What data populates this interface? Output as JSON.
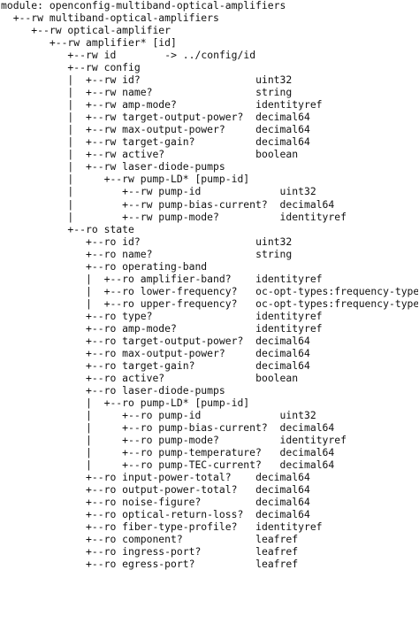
{
  "lines": [
    {
      "text": "module: openconfig-multiband-optical-amplifiers"
    },
    {
      "text": "  +--rw multiband-optical-amplifiers"
    },
    {
      "text": "     +--rw optical-amplifier"
    },
    {
      "text": "        +--rw amplifier* [id]"
    },
    {
      "text": "           +--rw id",
      "type": "-> ../config/id"
    },
    {
      "text": "           +--rw config"
    },
    {
      "text": "           |  +--rw id?",
      "type": "uint32"
    },
    {
      "text": "           |  +--rw name?",
      "type": "string"
    },
    {
      "text": "           |  +--rw amp-mode?",
      "type": "identityref"
    },
    {
      "text": "           |  +--rw target-output-power?",
      "type": "decimal64"
    },
    {
      "text": "           |  +--rw max-output-power?",
      "type": "decimal64"
    },
    {
      "text": "           |  +--rw target-gain?",
      "type": "decimal64"
    },
    {
      "text": "           |  +--rw active?",
      "type": "boolean"
    },
    {
      "text": "           |  +--rw laser-diode-pumps"
    },
    {
      "text": "           |     +--rw pump-LD* [pump-id]"
    },
    {
      "text": "           |        +--rw pump-id",
      "type": "uint32"
    },
    {
      "text": "           |        +--rw pump-bias-current?",
      "type": "decimal64"
    },
    {
      "text": "           |        +--rw pump-mode?",
      "type": "identityref"
    },
    {
      "text": "           +--ro state"
    },
    {
      "text": "              +--ro id?",
      "type": "uint32"
    },
    {
      "text": "              +--ro name?",
      "type": "string"
    },
    {
      "text": "              +--ro operating-band"
    },
    {
      "text": "              |  +--ro amplifier-band?",
      "type": "identityref"
    },
    {
      "text": "              |  +--ro lower-frequency?",
      "type": "oc-opt-types:frequency-type"
    },
    {
      "text": "              |  +--ro upper-frequency?",
      "type": "oc-opt-types:frequency-type"
    },
    {
      "text": "              +--ro type?",
      "type": "identityref"
    },
    {
      "text": "              +--ro amp-mode?",
      "type": "identityref"
    },
    {
      "text": "              +--ro target-output-power?",
      "type": "decimal64"
    },
    {
      "text": "              +--ro max-output-power?",
      "type": "decimal64"
    },
    {
      "text": "              +--ro target-gain?",
      "type": "decimal64"
    },
    {
      "text": "              +--ro active?",
      "type": "boolean"
    },
    {
      "text": "              +--ro laser-diode-pumps"
    },
    {
      "text": "              |  +--ro pump-LD* [pump-id]"
    },
    {
      "text": "              |     +--ro pump-id",
      "type": "uint32"
    },
    {
      "text": "              |     +--ro pump-bias-current?",
      "type": "decimal64"
    },
    {
      "text": "              |     +--ro pump-mode?",
      "type": "identityref"
    },
    {
      "text": "              |     +--ro pump-temperature?",
      "type": "decimal64"
    },
    {
      "text": "              |     +--ro pump-TEC-current?",
      "type": "decimal64"
    },
    {
      "text": "              +--ro input-power-total?",
      "type": "decimal64"
    },
    {
      "text": "              +--ro output-power-total?",
      "type": "decimal64"
    },
    {
      "text": "              +--ro noise-figure?",
      "type": "decimal64"
    },
    {
      "text": "              +--ro optical-return-loss?",
      "type": "decimal64"
    },
    {
      "text": "              +--ro fiber-type-profile?",
      "type": "identityref"
    },
    {
      "text": "              +--ro component?",
      "type": "leafref"
    },
    {
      "text": "              +--ro ingress-port?",
      "type": "leafref"
    },
    {
      "text": "              +--ro egress-port?",
      "type": "leafref"
    }
  ]
}
